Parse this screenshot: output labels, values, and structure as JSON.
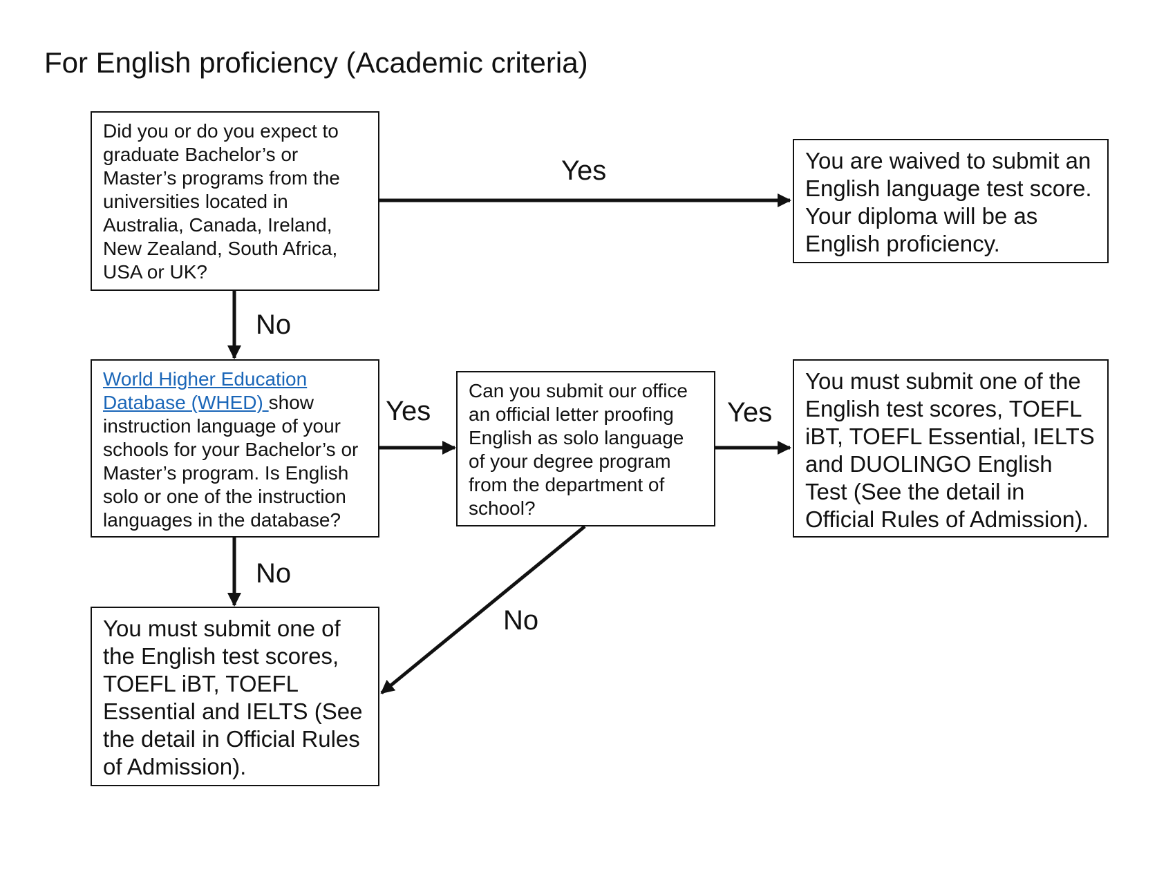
{
  "title": "For English proficiency (Academic criteria)",
  "nodes": {
    "q1": "Did you or do you expect to graduate Bachelor’s or Master’s programs from the universities located in Australia, Canada, Ireland, New Zealand, South Africa, USA or UK?",
    "waived": "You are waived to submit an English language test score. Your diploma will be as English proficiency.",
    "q2_link": "World Higher Education Database (WHED) ",
    "q2_text": "show instruction language of your schools for your Bachelor’s or Master’s program. Is English solo or one of the instruction languages in the database?",
    "q3": "Can you submit our office an official letter proofing English as solo language of your degree program from the department of school?",
    "submit_with_duolingo": "You must submit one of the English test scores, TOEFL iBT, TOEFL Essential, IELTS and DUOLINGO English Test (See the detail in Official Rules of Admission).",
    "submit_no_duolingo": "You must submit one of the English test scores, TOEFL iBT, TOEFL Essential and IELTS (See the detail in Official Rules of Admission)."
  },
  "edges": {
    "q1_yes": "Yes",
    "q1_no": "No",
    "q2_yes": "Yes",
    "q2_no": "No",
    "q3_yes": "Yes",
    "q3_no": "No"
  }
}
